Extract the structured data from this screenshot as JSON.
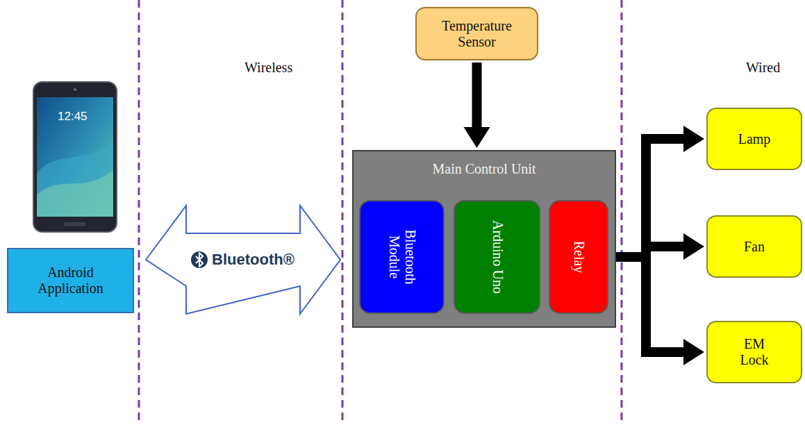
{
  "diagram": {
    "nodes": [
      {
        "text": [
          "Android Application"
        ]
      },
      {
        "text": [
          "Temperature Sensor"
        ]
      },
      {
        "text": [
          "Main Control Unit"
        ]
      },
      {
        "text": [
          "Bluetooth Module"
        ],
        "in": 2
      },
      {
        "text": [
          "Arduino Uno"
        ],
        "in": 2
      },
      {
        "text": [
          "Relay"
        ],
        "in": 2
      },
      {
        "text": [
          "Lamp"
        ]
      },
      {
        "text": [
          "Fan"
        ]
      },
      {
        "text": [
          "EM Lock"
        ]
      }
    ],
    "edges": [
      {
        "from": 0,
        "to": 2,
        "arrow": "both",
        "label": "Bluetooth®"
      },
      {
        "from": 1,
        "to": 2,
        "arrow": "to"
      },
      {
        "from": 5,
        "to": 6,
        "arrow": "to"
      },
      {
        "from": 5,
        "to": 7,
        "arrow": "to"
      },
      {
        "from": 5,
        "to": 8,
        "arrow": "to"
      }
    ],
    "labels": [
      "Wireless",
      "Wired",
      "12:45"
    ]
  }
}
